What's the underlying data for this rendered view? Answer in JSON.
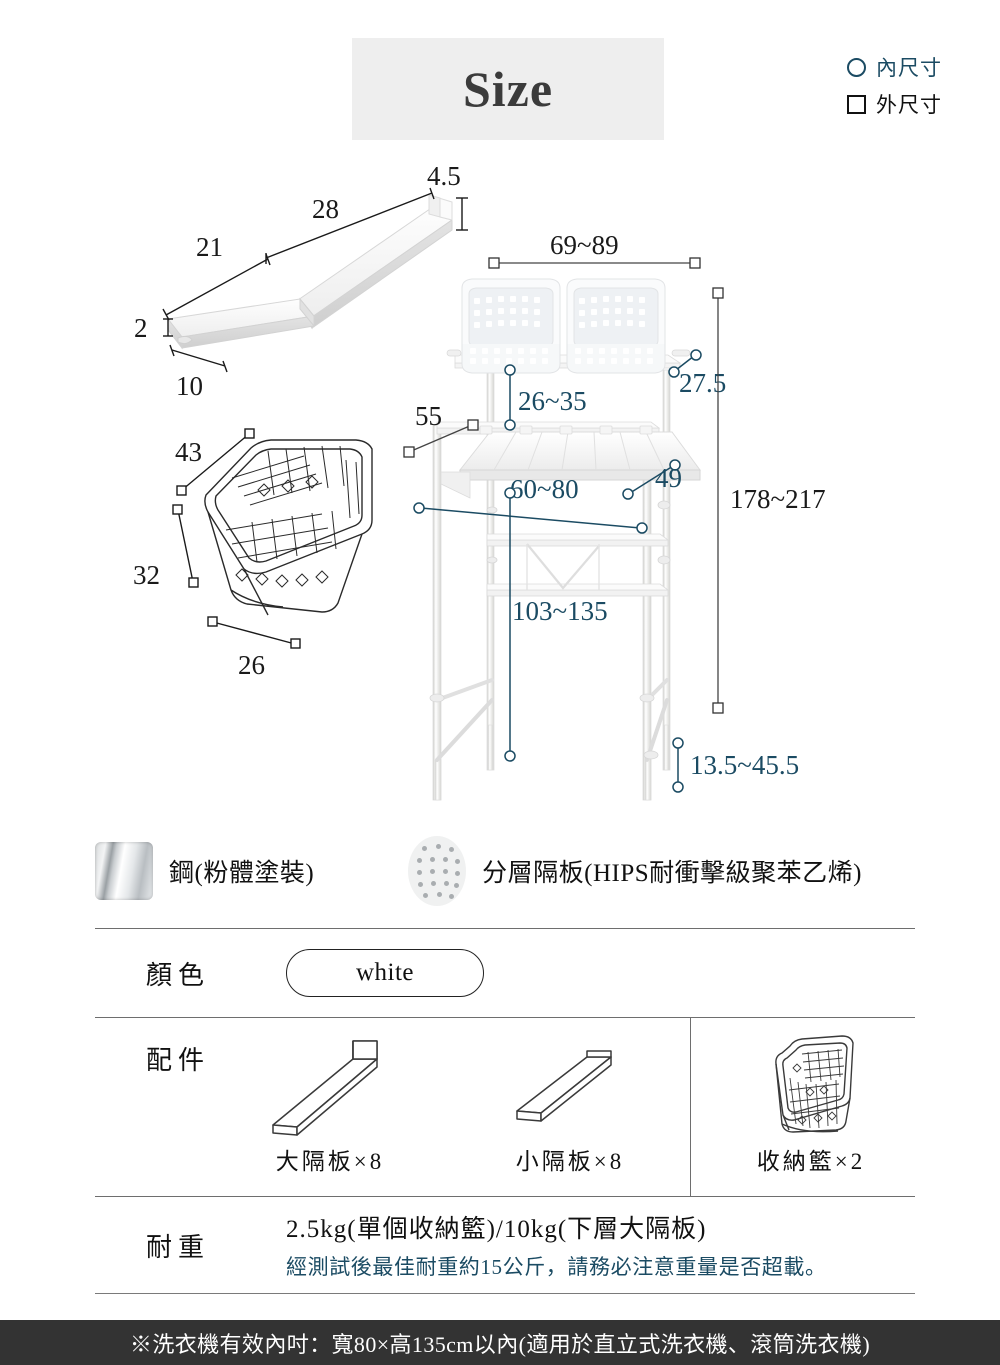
{
  "header": {
    "title": "Size"
  },
  "legend": {
    "inner": {
      "glyph": "circle-icon",
      "label": "內尺寸"
    },
    "outer": {
      "glyph": "square-icon",
      "label": "外尺寸"
    }
  },
  "colors": {
    "inner_dim": "#1b4b63",
    "outer_dim": "#1a1a1a",
    "band_bg": "#eeeeee",
    "footer_bg": "#333333"
  },
  "diagram": {
    "shelf_panels": {
      "long": "28",
      "short": "21",
      "lip_height": "4.5",
      "thickness": "2",
      "depth": "10"
    },
    "basket": {
      "length": "43",
      "height": "32",
      "width": "26"
    },
    "rack": {
      "top_width_outer": "69~89",
      "depth_outer": "55",
      "upper_clearance": "26~35",
      "upper_rail_height": "27.5",
      "shelf_width_inner": "60~80",
      "shelf_depth_inner": "49",
      "total_height_outer": "178~217",
      "lower_clearance": "103~135",
      "leg_adjust": "13.5~45.5"
    }
  },
  "materials": [
    {
      "swatch": "steel-swatch",
      "label": "鋼(粉體塗裝)"
    },
    {
      "swatch": "hips-swatch",
      "label": "分層隔板(HIPS耐衝擊級聚苯乙烯)"
    }
  ],
  "spec": {
    "color": {
      "label": "顏色",
      "value": "white"
    },
    "accessories": {
      "label": "配件",
      "items": [
        {
          "icon": "large-divider-icon",
          "caption": "大隔板×8"
        },
        {
          "icon": "small-divider-icon",
          "caption": "小隔板×8"
        },
        {
          "icon": "storage-basket-icon",
          "caption": "收納籃×2"
        }
      ]
    },
    "load": {
      "label": "耐重",
      "main": "2.5kg(單個收納籃)/10kg(下層大隔板)",
      "note": "經測試後最佳耐重約15公斤，請務必注意重量是否超載。"
    }
  },
  "footer": {
    "note": "※洗衣機有效內吋：寬80×高135cm以內(適用於直立式洗衣機、滾筒洗衣機)"
  }
}
